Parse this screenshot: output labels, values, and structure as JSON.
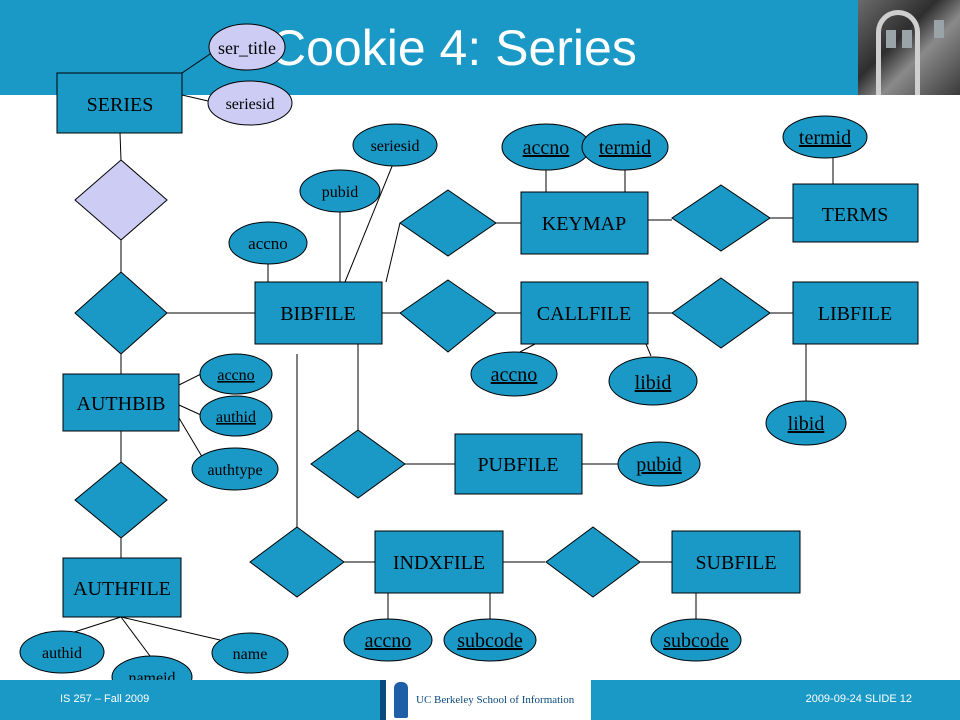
{
  "slide": {
    "title": "Cookie 4: Series",
    "course": "IS 257 – Fall 2009",
    "date_slide": "2009-09-24  SLIDE 12",
    "logo_text": "UC Berkeley School of Information"
  },
  "colors": {
    "header": "#1a99c7",
    "entity": "#1a99c7",
    "weak": "#ccccf5",
    "line": "#000000"
  },
  "entities": [
    {
      "id": "series",
      "label": "SERIES"
    },
    {
      "id": "bibfile",
      "label": "BIBFILE"
    },
    {
      "id": "keymap",
      "label": "KEYMAP"
    },
    {
      "id": "terms",
      "label": "TERMS"
    },
    {
      "id": "callfile",
      "label": "CALLFILE"
    },
    {
      "id": "libfile",
      "label": "LIBFILE"
    },
    {
      "id": "authbib",
      "label": "AUTHBIB"
    },
    {
      "id": "pubfile",
      "label": "PUBFILE"
    },
    {
      "id": "indxfile",
      "label": "INDXFILE"
    },
    {
      "id": "subfile",
      "label": "SUBFILE"
    },
    {
      "id": "authfile",
      "label": "AUTHFILE"
    }
  ],
  "attributes": [
    {
      "id": "ser_title",
      "label": "ser_title",
      "key": false
    },
    {
      "id": "series_seriesid",
      "label": "seriesid",
      "key": false
    },
    {
      "id": "bib_seriesid",
      "label": "seriesid",
      "key": false
    },
    {
      "id": "bib_pubid",
      "label": "pubid",
      "key": false
    },
    {
      "id": "bib_accno",
      "label": "accno",
      "key": false
    },
    {
      "id": "keymap_accno",
      "label": "accno",
      "key": true
    },
    {
      "id": "keymap_termid",
      "label": "termid",
      "key": true
    },
    {
      "id": "terms_termid",
      "label": "termid",
      "key": true
    },
    {
      "id": "call_accno",
      "label": "accno",
      "key": true
    },
    {
      "id": "call_libid",
      "label": "libid",
      "key": true
    },
    {
      "id": "lib_libid",
      "label": "libid",
      "key": true
    },
    {
      "id": "authbib_accno",
      "label": "accno",
      "key": true
    },
    {
      "id": "authbib_authid",
      "label": "authid",
      "key": true
    },
    {
      "id": "authbib_authtype",
      "label": "authtype",
      "key": false
    },
    {
      "id": "pub_pubid",
      "label": "pubid",
      "key": true
    },
    {
      "id": "indx_accno",
      "label": "accno",
      "key": true
    },
    {
      "id": "indx_subcode",
      "label": "subcode",
      "key": true
    },
    {
      "id": "sub_subcode",
      "label": "subcode",
      "key": true
    },
    {
      "id": "auth_authid",
      "label": "authid",
      "key": false
    },
    {
      "id": "auth_nameid",
      "label": "nameid",
      "key": true
    },
    {
      "id": "auth_name",
      "label": "name",
      "key": false
    }
  ]
}
